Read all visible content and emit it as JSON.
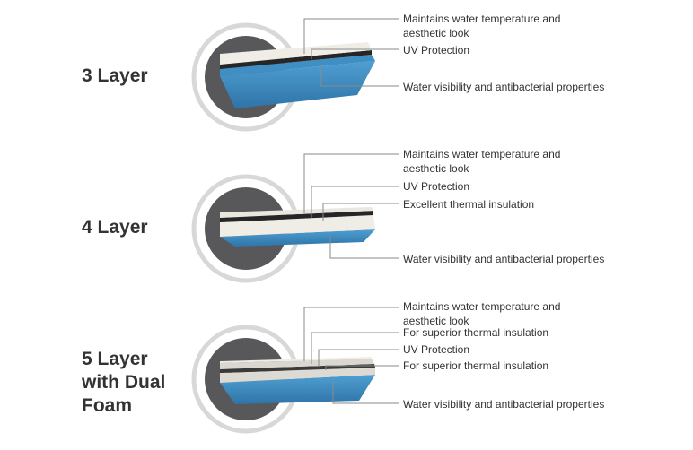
{
  "panels": [
    {
      "title_lines": [
        "3 Layer"
      ],
      "annotations": [
        [
          "Maintains water temperature and",
          "aesthetic look"
        ],
        [
          "UV Protection"
        ],
        [
          "Water visibility and antibacterial properties"
        ]
      ]
    },
    {
      "title_lines": [
        "4 Layer"
      ],
      "annotations": [
        [
          "Maintains water temperature and",
          "aesthetic look"
        ],
        [
          "UV Protection"
        ],
        [
          "Excellent thermal insulation"
        ],
        [
          "Water visibility and antibacterial properties"
        ]
      ]
    },
    {
      "title_lines": [
        "5 Layer",
        "with Dual",
        "Foam"
      ],
      "annotations": [
        [
          "Maintains water temperature and",
          "aesthetic look"
        ],
        [
          "For superior thermal insulation"
        ],
        [
          "UV Protection"
        ],
        [
          "For superior thermal insulation"
        ],
        [
          "Water visibility and antibacterial properties"
        ]
      ]
    }
  ],
  "colors": {
    "ring": "#d8d8d8",
    "disc": "#58585a",
    "foam": "#efede6",
    "uv_layer": "#262626",
    "blue_layer": "#3f8fc4",
    "blue_dark": "#2b6c9c",
    "leader_line": "#8a8a8a",
    "text": "#333333"
  }
}
